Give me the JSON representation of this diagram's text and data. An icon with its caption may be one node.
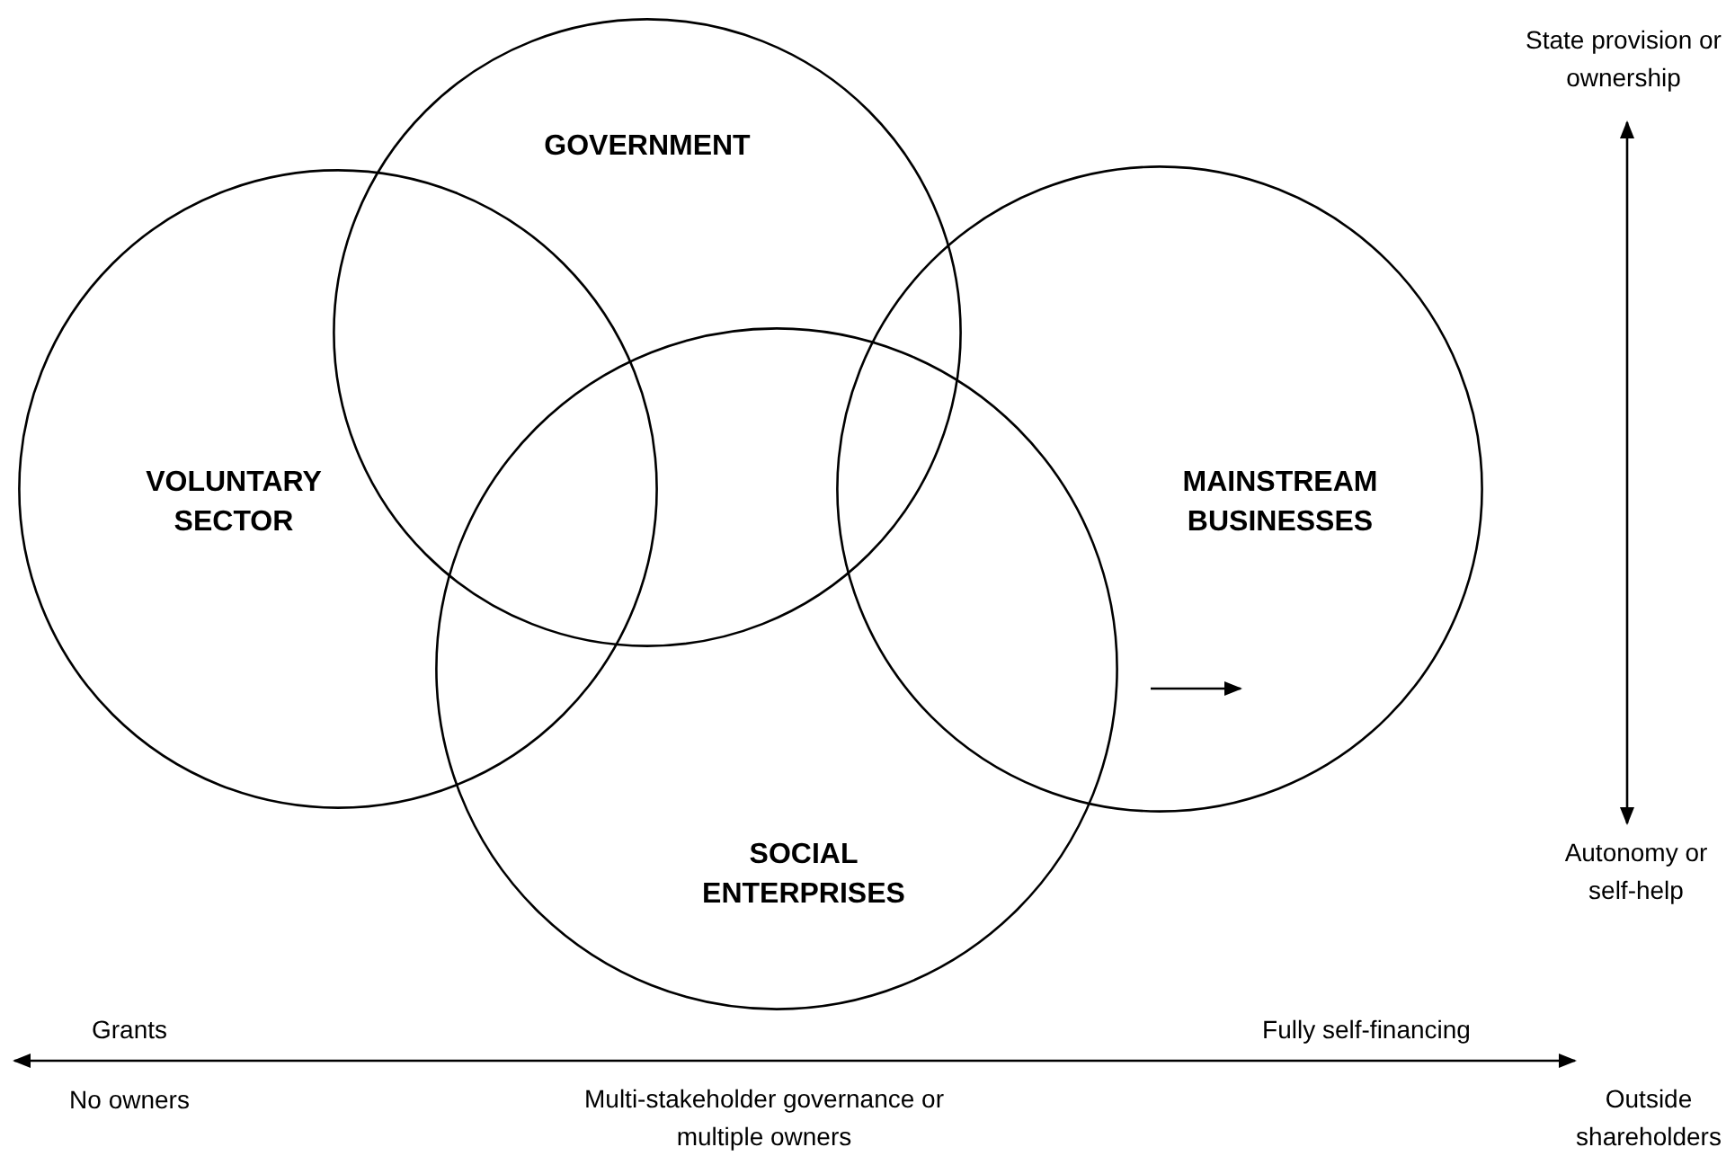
{
  "diagram": {
    "nodes": [
      {
        "text": [
          "GOVERNMENT"
        ]
      },
      {
        "text": [
          "VOLUNTARY SECTOR"
        ]
      },
      {
        "text": [
          "MAINSTREAM BUSINESSES"
        ]
      },
      {
        "text": [
          "SOCIAL ENTERPRISES"
        ]
      }
    ],
    "labels": [
      "State provision or ownership",
      "Autonomy or self-help",
      "Grants",
      "Fully self-financing",
      "No owners",
      "Multi-stakeholder governance or multiple owners",
      "Outside shareholders"
    ]
  }
}
